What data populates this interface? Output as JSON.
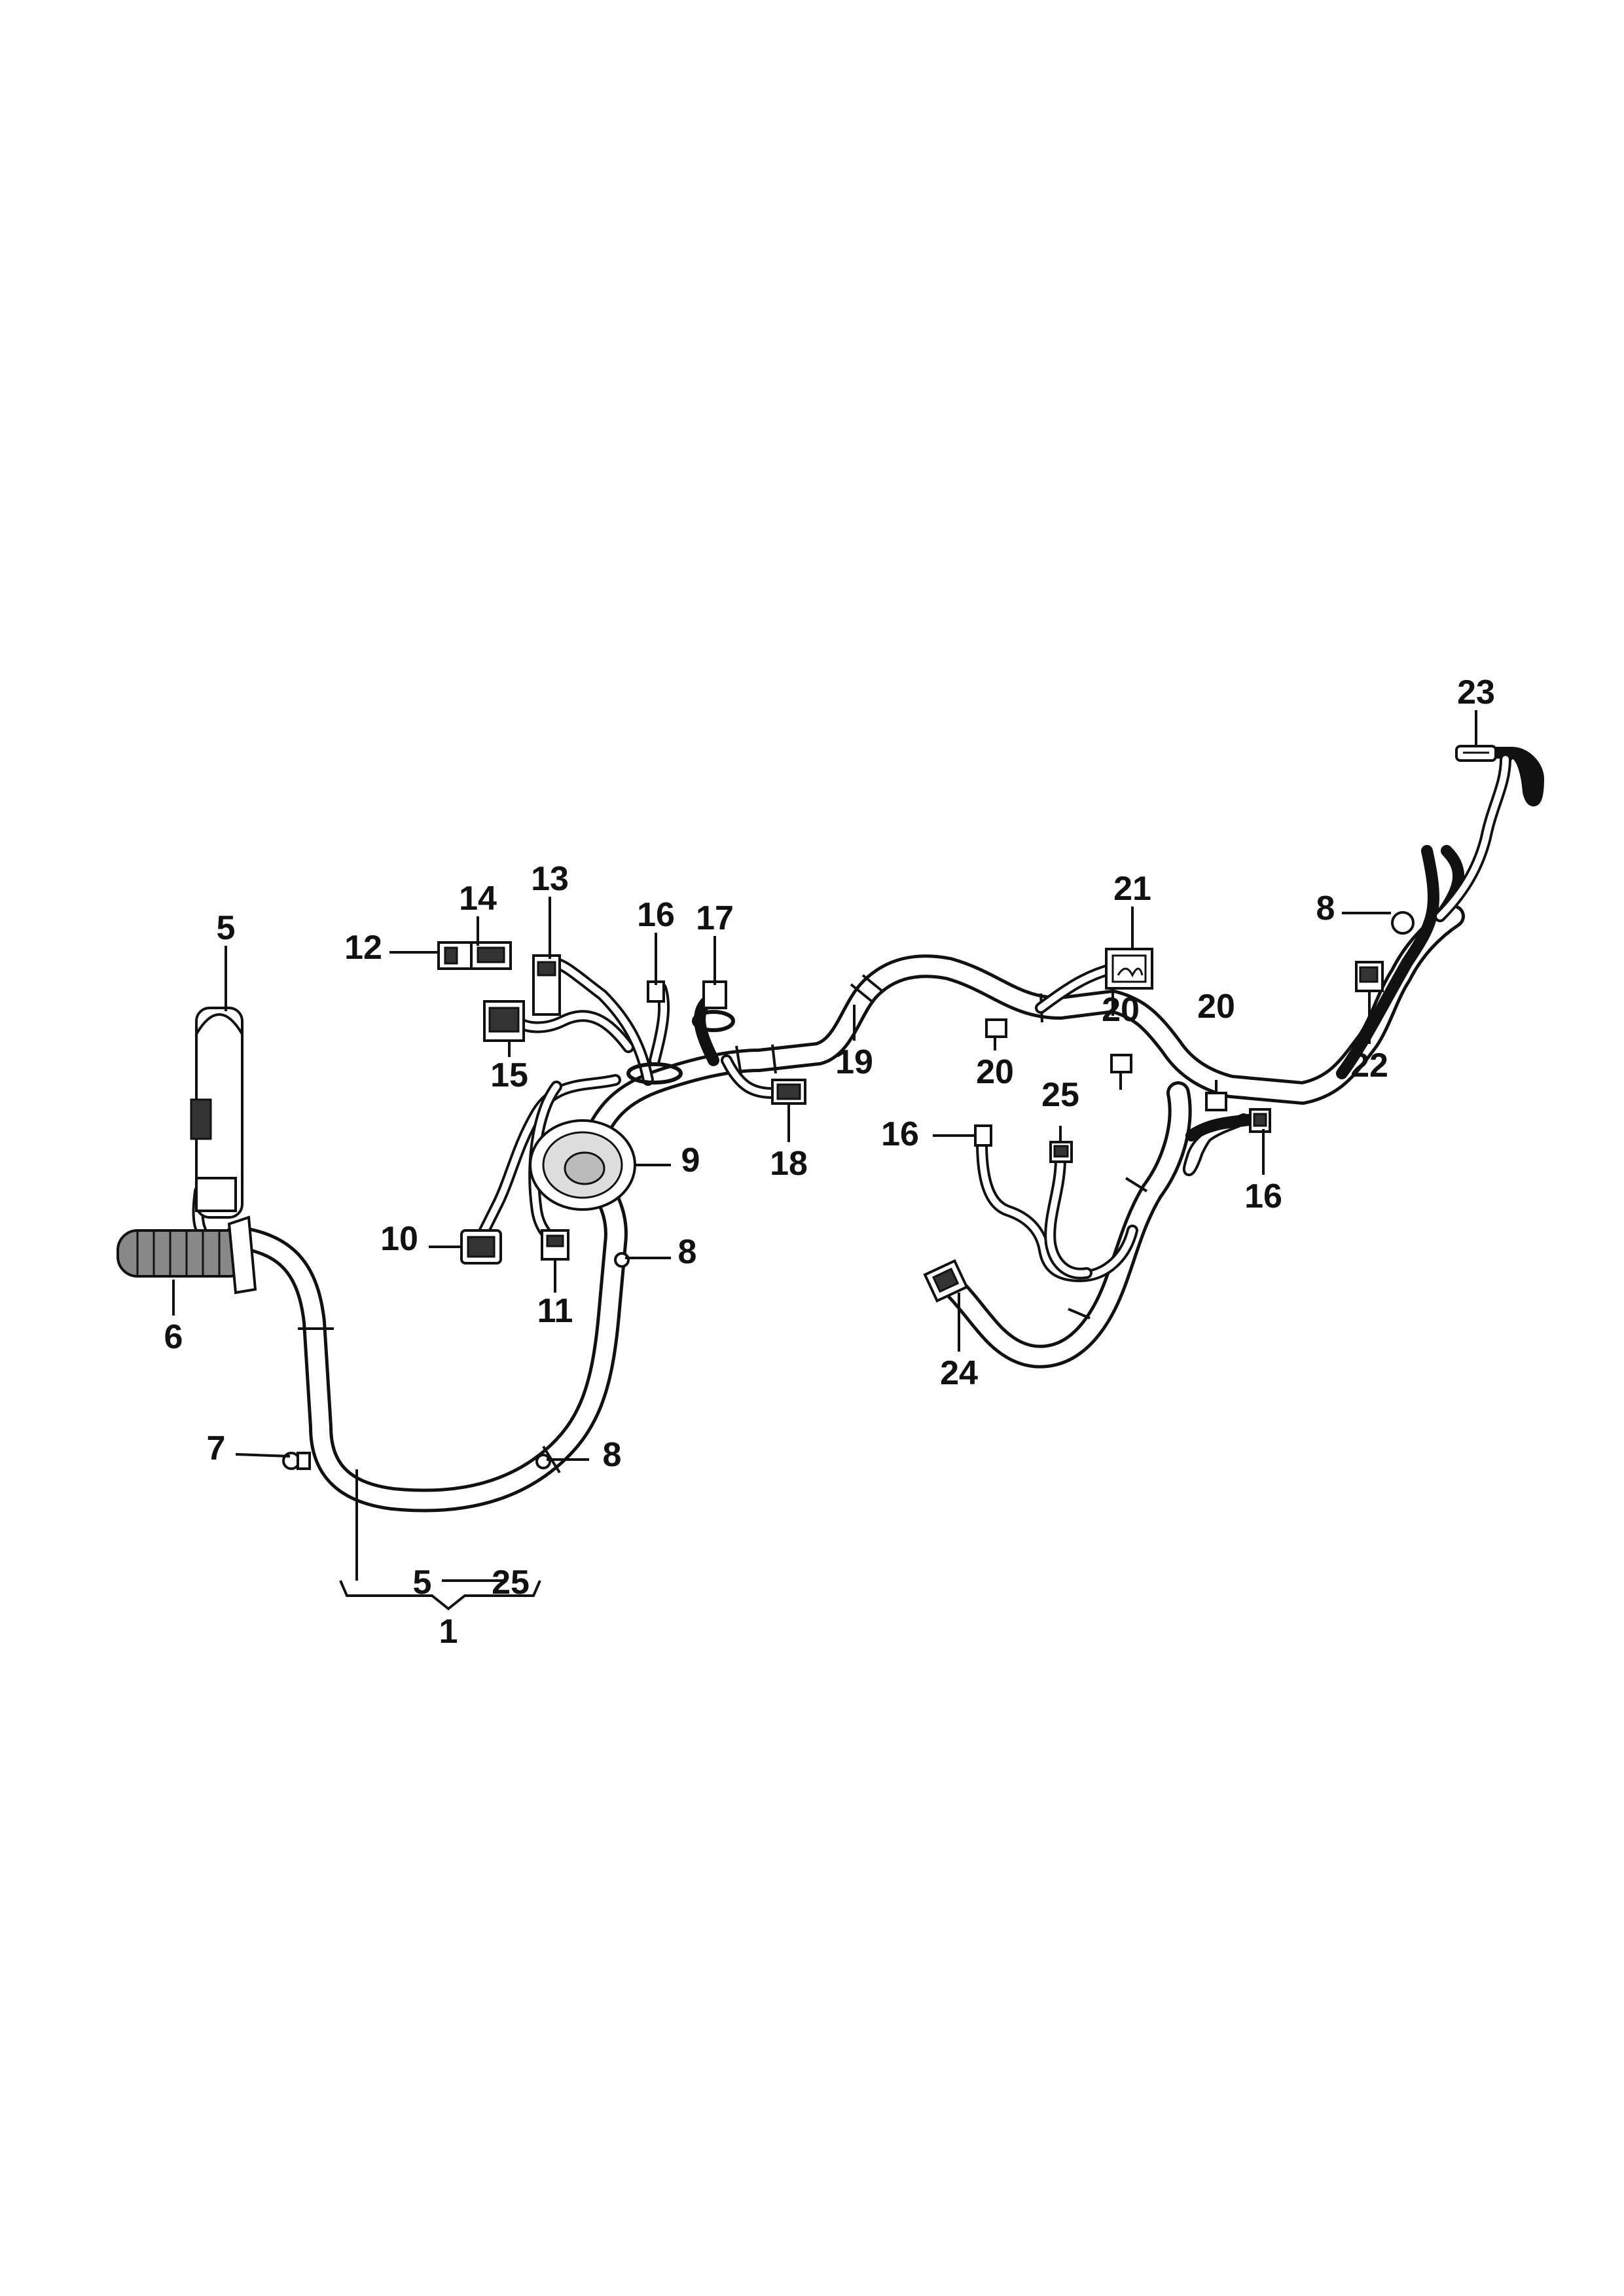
{
  "diagram": {
    "labels": [
      "1",
      "5",
      "5",
      "6",
      "7",
      "8",
      "8",
      "8",
      "9",
      "10",
      "11",
      "12",
      "13",
      "14",
      "15",
      "16",
      "16",
      "16",
      "17",
      "18",
      "19",
      "20",
      "20",
      "20",
      "21",
      "22",
      "23",
      "24",
      "25",
      "25"
    ],
    "kit_range": {
      "from": "5",
      "to": "25"
    }
  }
}
